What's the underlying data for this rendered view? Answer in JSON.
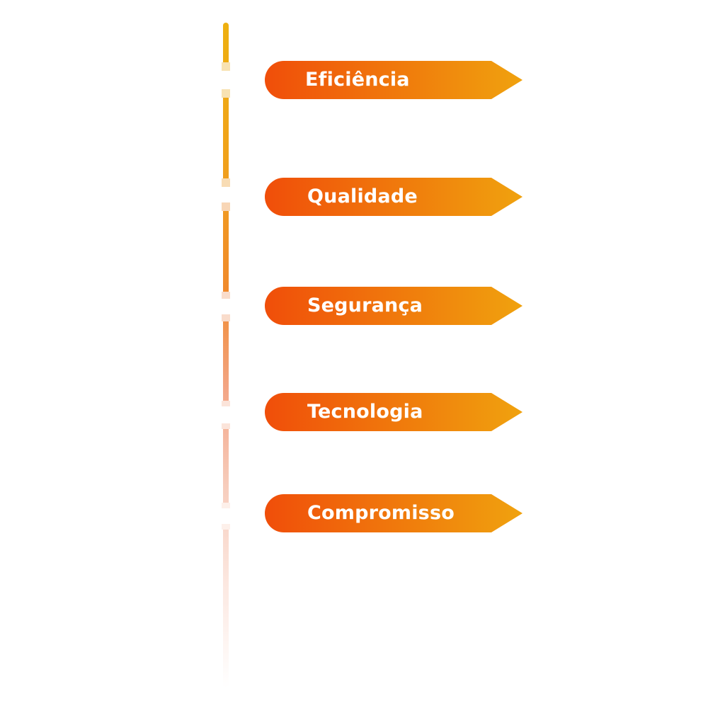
{
  "diagram": {
    "colors": {
      "tag_gradient_start": "#f04e0a",
      "tag_gradient_end": "#f0a20e",
      "line_top": "#eeb010",
      "line_bottom": "#ffffff",
      "label": "#ffffff"
    },
    "items": [
      {
        "label": "Eficiência"
      },
      {
        "label": "Qualidade"
      },
      {
        "label": "Segurança"
      },
      {
        "label": "Tecnologia"
      },
      {
        "label": "Compromisso"
      }
    ]
  }
}
